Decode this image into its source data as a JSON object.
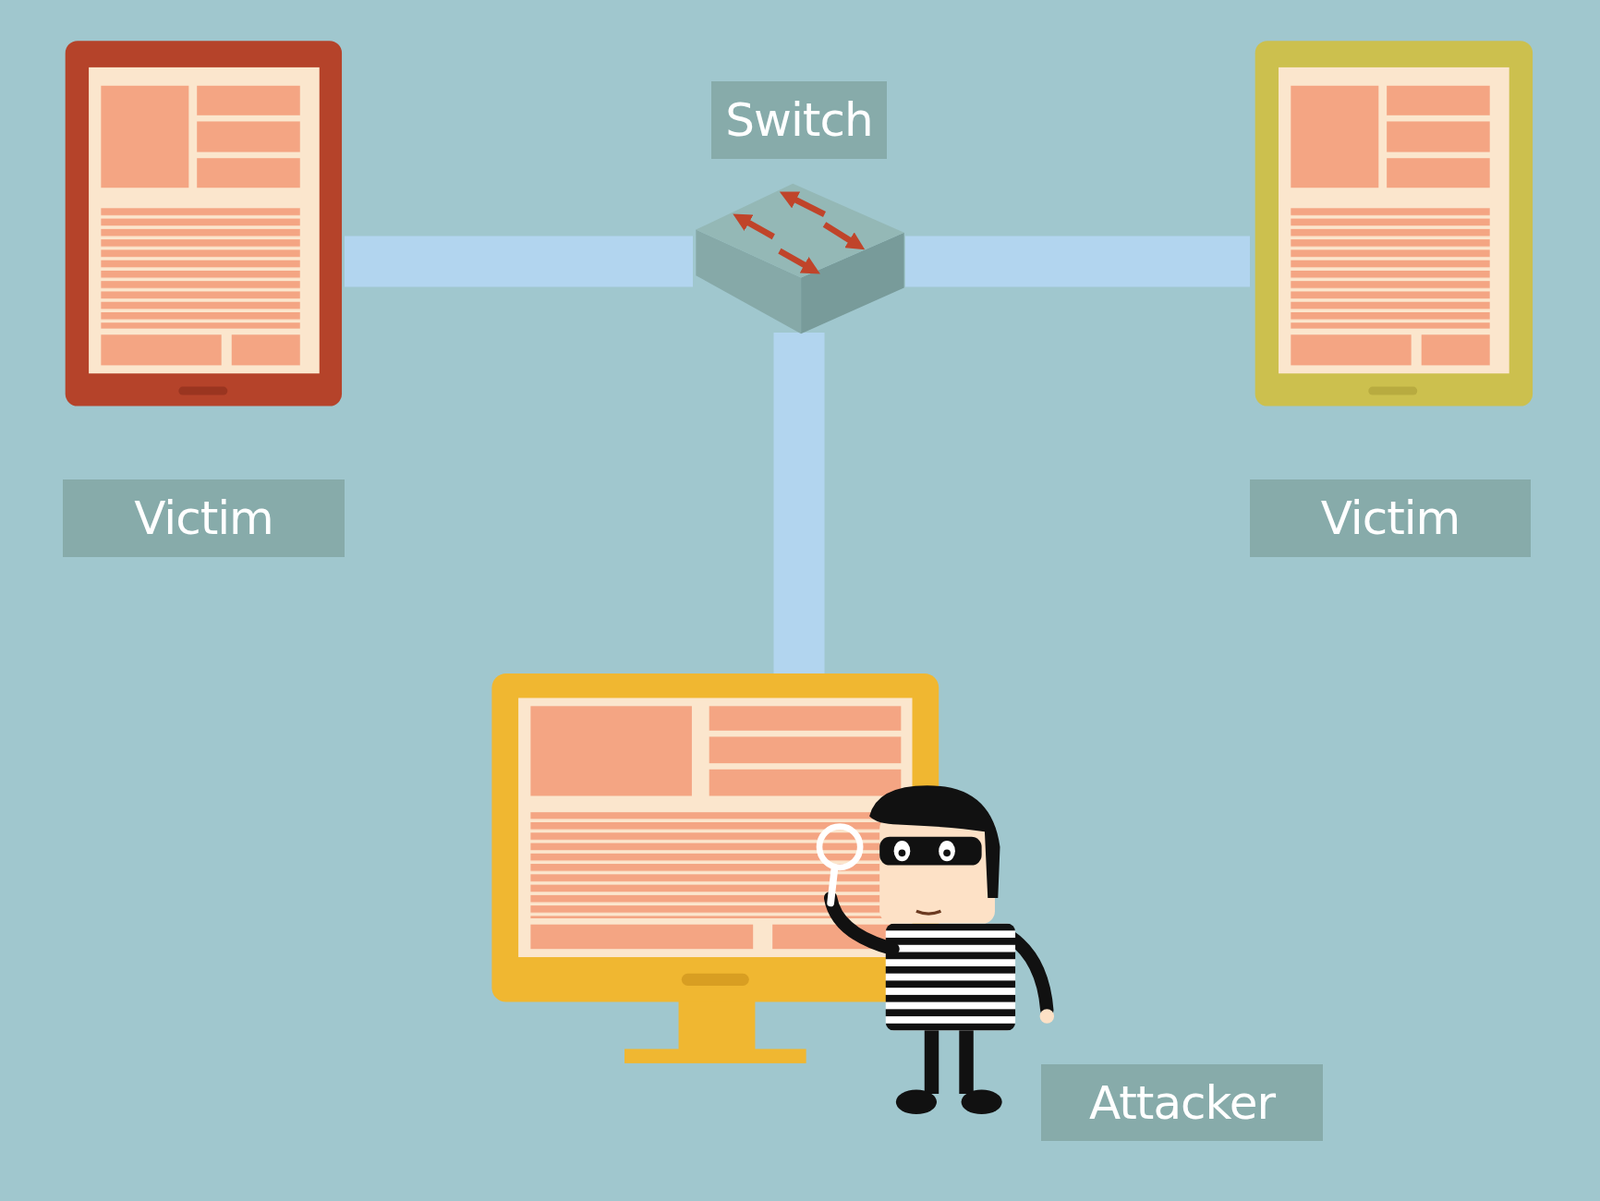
{
  "diagram": {
    "nodes": [
      {
        "text": [
          "Victim"
        ]
      },
      {
        "text": [
          "Switch"
        ]
      },
      {
        "text": [
          "Victim"
        ]
      },
      {
        "text": [
          "Attacker"
        ]
      }
    ],
    "edges": [
      {
        "from": 1,
        "to": 0,
        "arrow": "none"
      },
      {
        "from": 1,
        "to": 2,
        "arrow": "none"
      },
      {
        "from": 1,
        "to": 3,
        "arrow": "none"
      }
    ]
  }
}
